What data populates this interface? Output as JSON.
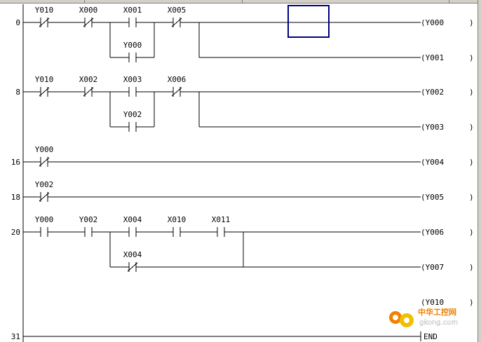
{
  "rungs": [
    {
      "step": "0",
      "contacts": [
        {
          "label": "Y010",
          "type": "nc"
        },
        {
          "label": "X000",
          "type": "nc"
        },
        {
          "label": "X001",
          "type": "no"
        },
        {
          "label": "X005",
          "type": "nc"
        }
      ],
      "branch": {
        "label": "Y000",
        "type": "no"
      },
      "coils": [
        "(Y000",
        "(Y001"
      ]
    },
    {
      "step": "8",
      "contacts": [
        {
          "label": "Y010",
          "type": "nc"
        },
        {
          "label": "X002",
          "type": "nc"
        },
        {
          "label": "X003",
          "type": "no"
        },
        {
          "label": "X006",
          "type": "nc"
        }
      ],
      "branch": {
        "label": "Y002",
        "type": "no"
      },
      "coils": [
        "(Y002",
        "(Y003"
      ]
    },
    {
      "step": "16",
      "contacts": [
        {
          "label": "Y000",
          "type": "nc"
        }
      ],
      "coils": [
        "(Y004"
      ]
    },
    {
      "step": "18",
      "contacts": [
        {
          "label": "Y002",
          "type": "nc"
        }
      ],
      "coils": [
        "(Y005"
      ]
    },
    {
      "step": "20",
      "contacts": [
        {
          "label": "Y000",
          "type": "no"
        },
        {
          "label": "Y002",
          "type": "no"
        },
        {
          "label": "X004",
          "type": "no"
        },
        {
          "label": "X010",
          "type": "no"
        },
        {
          "label": "X011",
          "type": "no"
        }
      ],
      "branch": {
        "label": "X004",
        "type": "nc"
      },
      "coils": [
        "(Y006",
        "(Y007",
        "(Y010"
      ]
    },
    {
      "step": "31",
      "contacts": [],
      "coils": [
        "END"
      ]
    }
  ],
  "coil_close": ")",
  "watermark": {
    "cn": "中华工控网",
    "site": "gkong.com"
  },
  "colors": {
    "cursor": "#000080",
    "frame": "#d4d0c8",
    "watermark_orange": "#f08000",
    "watermark_yellow": "#f0c000"
  }
}
